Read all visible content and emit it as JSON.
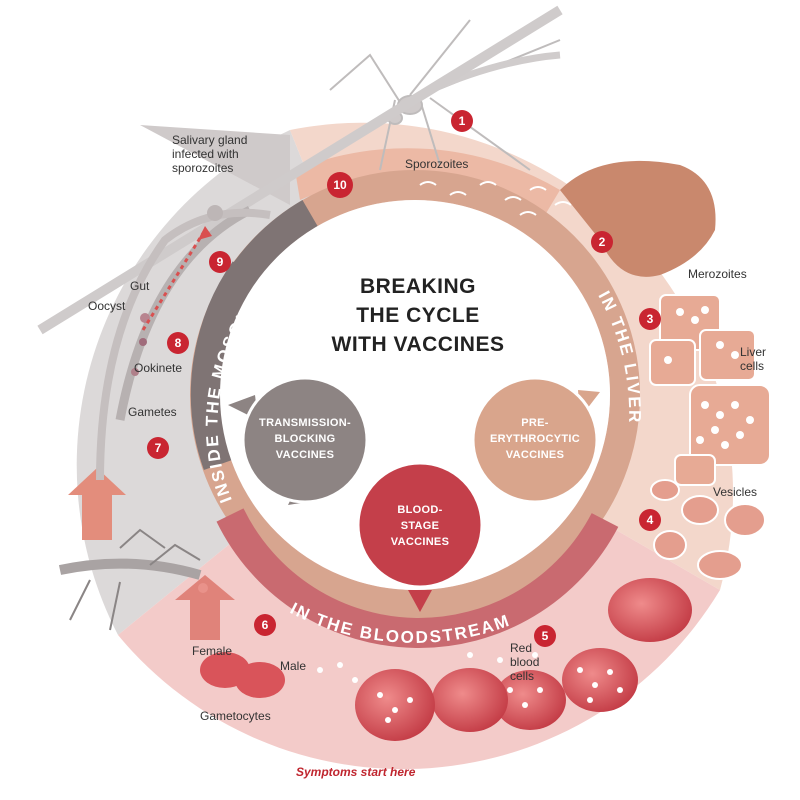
{
  "title_lines": [
    "BREAKING",
    "THE CYCLE",
    "WITH VACCINES"
  ],
  "stages": {
    "liver": "IN THE LIVER",
    "bloodstream": "IN THE BLOODSTREAM",
    "mosquito": "INSIDE THE MOSQUITO"
  },
  "vaccines": {
    "transmission": [
      "TRANSMISSION-",
      "BLOCKING",
      "VACCINES"
    ],
    "pre_erythrocytic": [
      "PRE-",
      "ERYTHROCYTIC",
      "VACCINES"
    ],
    "blood_stage": [
      "BLOOD-",
      "STAGE",
      "VACCINES"
    ]
  },
  "steps": [
    "1",
    "2",
    "3",
    "4",
    "5",
    "6",
    "7",
    "8",
    "9",
    "10"
  ],
  "labels": {
    "sporozoites": "Sporozoites",
    "salivary": [
      "Salivary gland",
      "infected with",
      "sporozoites"
    ],
    "merozoites": "Merozoites",
    "liver_cells": [
      "Liver",
      "cells"
    ],
    "vesicles": "Vesicles",
    "red_blood_cells": [
      "Red",
      "blood",
      "cells"
    ],
    "female": "Female",
    "male": "Male",
    "gametocytes": "Gametocytes",
    "gut": "Gut",
    "oocyst": "Oocyst",
    "ookinete": "Ookinete",
    "gametes": "Gametes"
  },
  "symptoms": "Symptoms start here",
  "colors": {
    "mosquito_bg": "#d9d6d6",
    "liver_bg": "#f3d6c9",
    "blood_bg": "#f2c9c7",
    "ring_dark": "#7d7272",
    "ring_liver": "#d4a089",
    "ring_blood": "#c96a6f",
    "transmission_bubble": "#8d8483",
    "pre_bubble": "#d9a58c",
    "blood_bubble": "#c43f4a",
    "step_badge": "#c92531",
    "rbc": "#d9545a"
  }
}
